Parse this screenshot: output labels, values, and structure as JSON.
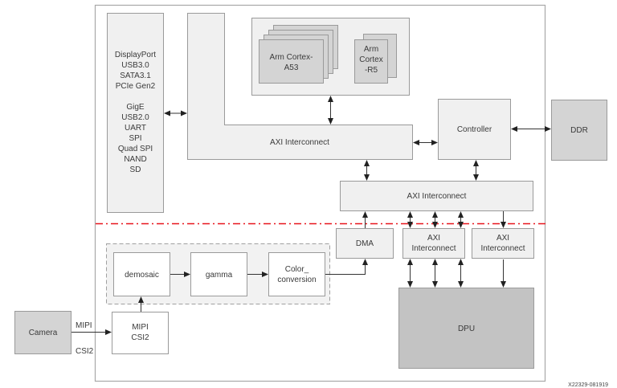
{
  "diagram": {
    "io_block": {
      "lines": [
        "DisplayPort",
        "USB3.0",
        "SATA3.1",
        "PCIe Gen2",
        "",
        "GigE",
        "USB2.0",
        "UART",
        "SPI",
        "Quad SPI",
        "NAND",
        "SD"
      ]
    },
    "processors": {
      "a53": "Arm Cortex-",
      "a53_line2": "A53",
      "r5_lines": [
        "Arm",
        "Cortex",
        "-R5"
      ]
    },
    "axi_top": "AXI Interconnect",
    "controller": "Controller",
    "ddr": "DDR",
    "axi_mid": "AXI Interconnect",
    "dma": "DMA",
    "axi_left_lines": [
      "AXI",
      "Interconnect"
    ],
    "axi_right_lines": [
      "AXI",
      "Interconnect"
    ],
    "pipeline": {
      "demosaic": "demosaic",
      "gamma": "gamma",
      "color_lines": [
        "Color_",
        "conversion"
      ]
    },
    "mipi_csi2_lines": [
      "MIPI",
      "CSI2"
    ],
    "camera": "Camera",
    "link_label_top": "MIPI",
    "link_label_bottom": "CSI2",
    "dpu": "DPU",
    "figure_id": "X22329-081919",
    "colors": {
      "ps_pl_boundary": "#e8141c",
      "block_fill_light": "#f0f0f0",
      "block_fill_mid": "#d4d4d4",
      "block_fill_dark": "#c3c3c3",
      "border": "#9a9a9a"
    }
  }
}
